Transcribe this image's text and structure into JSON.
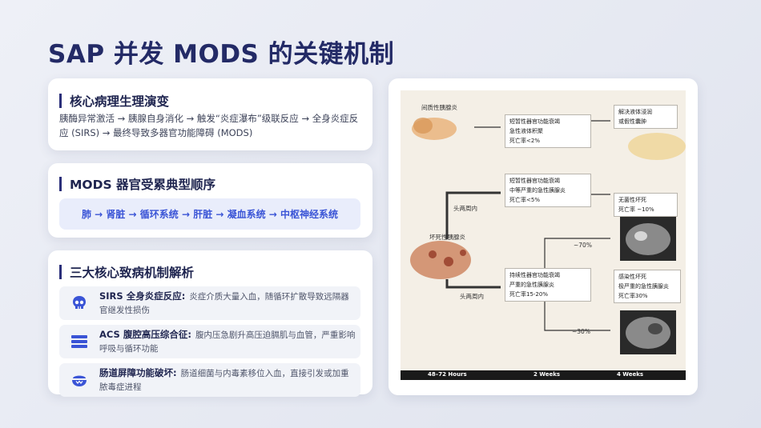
{
  "page": {
    "title": "SAP 并发 MODS 的关键机制"
  },
  "card1": {
    "heading": "核心病理生理演变",
    "body": "胰酶异常激活 → 胰腺自身消化 → 触发“炎症瀑布”级联反应 → 全身炎症反应 (SIRS) → 最终导致多器官功能障碍 (MODS)"
  },
  "card2": {
    "heading": "MODS 器官受累典型顺序",
    "sequence": "肺 → 肾脏 → 循环系统 → 肝脏 → 凝血系统 → 中枢神经系统"
  },
  "card3": {
    "heading": "三大核心致病机制解析",
    "items": [
      {
        "icon": "skull-icon",
        "title": "SIRS 全身炎症反应:",
        "text": "炎症介质大量入血，随循环扩散导致远隔器官继发性损伤"
      },
      {
        "icon": "bars-icon",
        "title": "ACS 腹腔高压综合征:",
        "text": "腹内压急剧升高压迫膈肌与血管，严重影响呼吸与循环功能"
      },
      {
        "icon": "bowl-icon",
        "title": "肠道屏障功能破坏:",
        "text": "肠道细菌与内毒素移位入血，直接引发或加重脓毒症进程"
      }
    ],
    "accent_color": "#3a54d6"
  },
  "figure": {
    "label_top": "间质性胰腺炎",
    "label_mid": "坏死性胰腺炎",
    "arrow1": "头两周内",
    "arrow2": "头两周内",
    "pct_top": "~70%",
    "pct_bottom": "~30%",
    "box_a": [
      "短暂性器官功能衰竭",
      "急性液体积聚",
      "死亡率<2%"
    ],
    "box_b": [
      "短暂性器官功能衰竭",
      "中等严重的急性胰腺炎",
      "死亡率<5%"
    ],
    "box_c": [
      "持续性器官功能衰竭",
      "严重的急性胰腺炎",
      "死亡率15-20%"
    ],
    "box_d": [
      "解决液体浸润",
      "或假性囊肿"
    ],
    "box_e": [
      "无菌性坏死",
      "死亡率 ~10%"
    ],
    "box_f": [
      "感染性坏死",
      "极严重的急性胰腺炎",
      "死亡率30%"
    ],
    "timeline": [
      "48–72 Hours",
      "2 Weeks",
      "4 Weeks"
    ]
  }
}
